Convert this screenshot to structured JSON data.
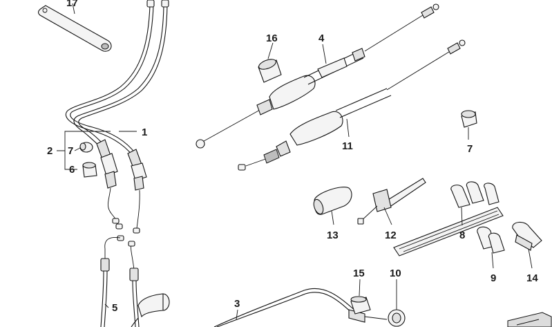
{
  "labels": {
    "l1": "1",
    "l2": "2",
    "l3": "3",
    "l4": "4",
    "l5": "5",
    "l6": "6",
    "l7a": "7",
    "l7b": "7",
    "l8": "8",
    "l9": "9",
    "l10": "10",
    "l11": "11",
    "l12": "12",
    "l13": "13",
    "l14": "14",
    "l15": "15",
    "l16": "16",
    "l17": "17"
  }
}
